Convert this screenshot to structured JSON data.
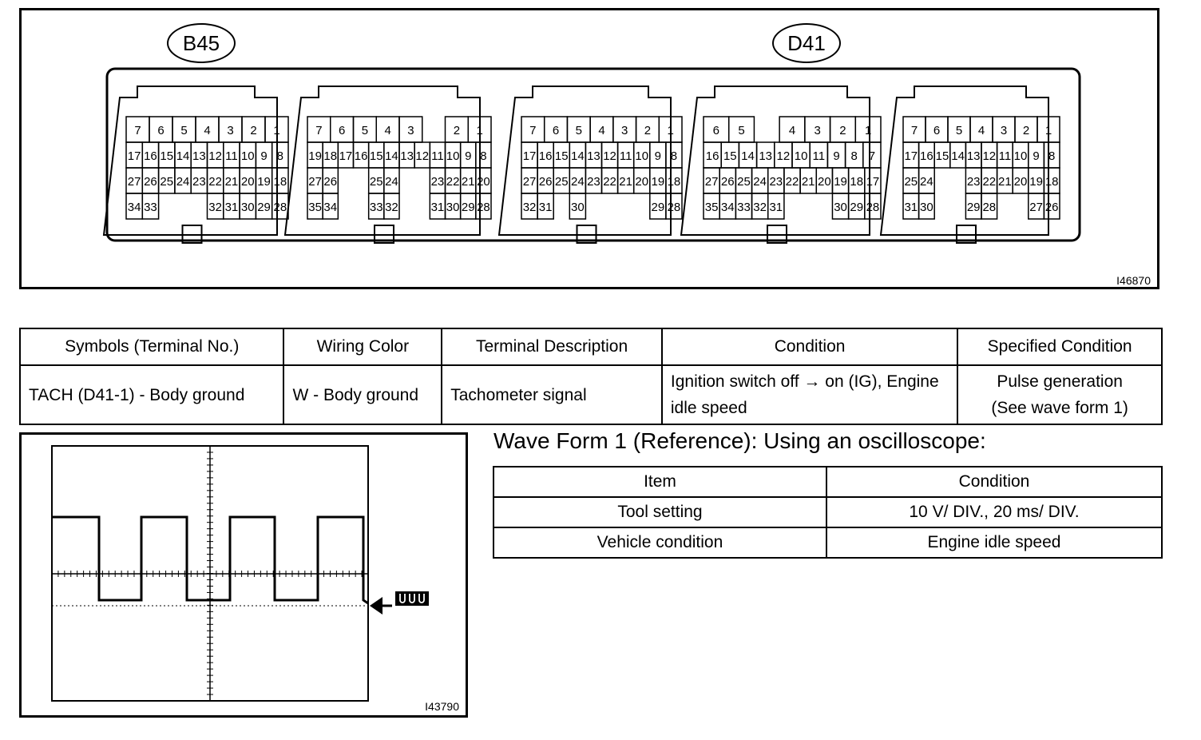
{
  "connector_diagram": {
    "labels": [
      "B45",
      "D41"
    ],
    "figure_id": "I46870",
    "blocks": [
      {
        "rows": [
          [
            "7",
            "6",
            "5",
            "4",
            "3",
            "2",
            "1"
          ],
          [
            "17",
            "16",
            "15",
            "14",
            "13",
            "12",
            "11",
            "10",
            "9",
            "8"
          ],
          [
            "27",
            "26",
            "25",
            "24",
            "23",
            "22",
            "21",
            "20",
            "19",
            "18"
          ],
          [
            "34",
            "33",
            "",
            "",
            "",
            "32",
            "31",
            "30",
            "29",
            "28"
          ]
        ]
      },
      {
        "rows": [
          [
            "7",
            "6",
            "5",
            "4",
            "3",
            "",
            "2",
            "1"
          ],
          [
            "19",
            "18",
            "17",
            "16",
            "15",
            "14",
            "13",
            "12",
            "11",
            "10",
            "9",
            "8"
          ],
          [
            "27",
            "26",
            "",
            "",
            "25",
            "24",
            "",
            "",
            "23",
            "22",
            "21",
            "20"
          ],
          [
            "35",
            "34",
            "",
            "",
            "33",
            "32",
            "",
            "",
            "31",
            "30",
            "29",
            "28"
          ]
        ]
      },
      {
        "rows": [
          [
            "7",
            "6",
            "5",
            "4",
            "3",
            "2",
            "1"
          ],
          [
            "17",
            "16",
            "15",
            "14",
            "13",
            "12",
            "11",
            "10",
            "9",
            "8"
          ],
          [
            "27",
            "26",
            "25",
            "24",
            "23",
            "22",
            "21",
            "20",
            "19",
            "18"
          ],
          [
            "32",
            "31",
            "",
            "30",
            "",
            "",
            "",
            "",
            "29",
            "28"
          ]
        ]
      },
      {
        "rows": [
          [
            "6",
            "5",
            "",
            "4",
            "3",
            "2",
            "1"
          ],
          [
            "16",
            "15",
            "14",
            "13",
            "12",
            "10",
            "11",
            "9",
            "8",
            "7"
          ],
          [
            "27",
            "26",
            "25",
            "24",
            "23",
            "22",
            "21",
            "20",
            "19",
            "18",
            "17"
          ],
          [
            "35",
            "34",
            "33",
            "32",
            "31",
            "",
            "",
            "",
            "30",
            "29",
            "28"
          ]
        ]
      },
      {
        "rows": [
          [
            "7",
            "6",
            "5",
            "4",
            "3",
            "2",
            "1"
          ],
          [
            "17",
            "16",
            "15",
            "14",
            "13",
            "12",
            "11",
            "10",
            "9",
            "8"
          ],
          [
            "25",
            "24",
            "",
            "",
            "23",
            "22",
            "21",
            "20",
            "19",
            "18"
          ],
          [
            "31",
            "30",
            "",
            "",
            "29",
            "28",
            "",
            "",
            "27",
            "26"
          ]
        ]
      }
    ]
  },
  "spec_table": {
    "headers": [
      "Symbols (Terminal No.)",
      "Wiring Color",
      "Terminal Description",
      "Condition",
      "Specified Condition"
    ],
    "row": {
      "symbols": "TACH (D41-1) - Body ground",
      "wiring_color": "W - Body ground",
      "description": "Tachometer signal",
      "condition": "Ignition switch off → on (IG), Engine idle speed",
      "specified_line1": "Pulse generation",
      "specified_line2": "(See wave form 1)"
    }
  },
  "scope": {
    "figure_id": "I43790",
    "ground_symbol": "ground-icon"
  },
  "waveform": {
    "title": "Wave Form 1 (Reference): Using an oscilloscope:",
    "headers": [
      "Item",
      "Condition"
    ],
    "rows": [
      [
        "Tool setting",
        "10 V/ DIV., 20 ms/ DIV."
      ],
      [
        "Vehicle condition",
        "Engine idle speed"
      ]
    ]
  }
}
